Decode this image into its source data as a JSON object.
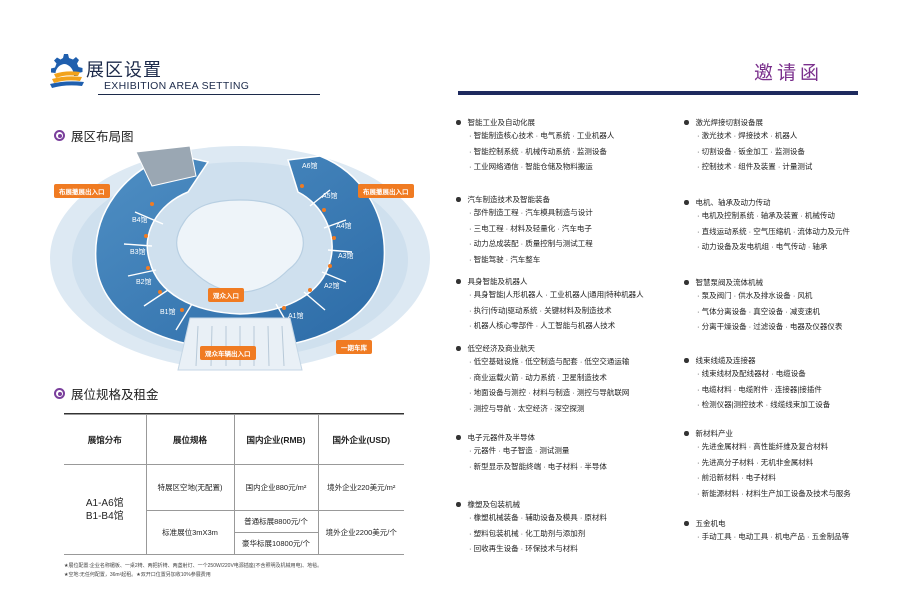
{
  "header": {
    "title": "展区设置",
    "subtitle": "EXHIBITION AREA SETTING",
    "invite": "邀请函"
  },
  "layout_section": {
    "title": "展区布局图"
  },
  "map": {
    "halls_inner": [
      "B4馆",
      "B3馆",
      "B2馆",
      "B1馆"
    ],
    "halls_right": [
      "A6馆",
      "A5馆",
      "A4馆",
      "A3馆",
      "A2馆",
      "A1馆"
    ],
    "gates": {
      "left": "布展撤展出入口",
      "right": "布展撤展出入口",
      "visitor": "观众入口",
      "vehicle": "观众车辆出入口",
      "warehouse": "一期车库"
    }
  },
  "pricing_section": {
    "title": "展位规格及租金"
  },
  "table": {
    "headers": [
      "展馆分布",
      "展位规格",
      "国内企业(RMB)",
      "国外企业(USD)"
    ],
    "hall_lines": [
      "A1-A6馆",
      "B1-B4馆"
    ],
    "row1": {
      "spec": "特展区空地(无配置)",
      "domestic": "国内企业880元/m²",
      "foreign": "境外企业220美元/m²"
    },
    "row2": {
      "spec": "标准展位3mX3m",
      "domestic_a": "普通标展8800元/个",
      "domestic_b": "豪华标展10800元/个",
      "foreign": "境外企业2200美元/个"
    }
  },
  "notes": [
    "★展位配置:企业名称楣板、一桌2椅、两把折椅、两盏射灯、一个250W/220V电源插座(不含照明及机械用电)、地毯。",
    "★空地:无任何配置，36m²起租。★双开口位置另加收10%参展费用"
  ],
  "categories_left": [
    {
      "title": "智能工业及自动化展",
      "items": [
        "· 智能制造核心技术 · 电气系统 · 工业机器人",
        "· 智能控制系统 · 机械传动系统 · 监测设备",
        "· 工业网络通信 · 智能仓储及物料搬运"
      ]
    },
    {
      "title": "汽车制造技术及智能装备",
      "items": [
        "· 部件制造工程 · 汽车模具制造与设计",
        "· 三电工程 · 材料及轻量化 · 汽车电子",
        "· 动力总成装配 · 质量控制与测试工程",
        "· 智能驾驶 · 汽车整车"
      ]
    },
    {
      "title": "具身智能及机器人",
      "items": [
        "· 具身智能|人形机器人 · 工业机器人|通用|特种机器人",
        "· 执行|传动|驱动系统 · 关键材料及制造技术",
        "· 机器人核心零部件 · 人工智能与机器人技术"
      ]
    },
    {
      "title": "低空经济及商业航天",
      "items": [
        "· 低空基础设施 · 低空制造与配套 · 低空交通运输",
        "· 商业运载火箭 · 动力系统 · 卫星制造技术",
        "· 地面设备与测控 · 材料与制造 · 测控与导航联网",
        "· 测控与导航 · 太空经济 · 深空探测"
      ]
    },
    {
      "title": "电子元器件及半导体",
      "items": [
        "· 元器件 · 电子智造 · 测试测量",
        "· 新型显示及智能终端 · 电子材料 · 半导体"
      ]
    },
    {
      "title": "橡塑及包装机械",
      "items": [
        "· 橡塑机械装备 · 辅助设备及模具 · 原材料",
        "· 塑料包装机械 · 化工助剂与添加剂",
        "· 回收再生设备 · 环保技术与材料"
      ]
    }
  ],
  "categories_right": [
    {
      "title": "激光焊接切割设备展",
      "items": [
        "· 激光技术 · 焊接技术 · 机器人",
        "· 切割设备 · 钣金加工 · 监测设备",
        "· 控制技术 · 组件及装置 · 计量测试"
      ]
    },
    {
      "title": "电机、轴承及动力传动",
      "items": [
        "· 电机及控制系统 · 轴承及装置 · 机械传动",
        "· 直线运动系统 · 空气压缩机 · 流体动力及元件",
        "· 动力设备及发电机组 · 电气传动 · 轴承"
      ]
    },
    {
      "title": "智慧泵阀及流体机械",
      "items": [
        "· 泵及阀门 · 供水及排水设备 · 风机",
        "· 气体分离设备 · 真空设备 · 减变速机",
        "· 分离干燥设备 · 过滤设备 · 电器及仪器仪表"
      ]
    },
    {
      "title": "线束线缆及连接器",
      "items": [
        "· 线束线材及配线器材 · 电缆设备",
        "· 电缆材料 · 电缆附件 · 连接器|接插件",
        "· 检测仪器|测控技术 · 线缆线束加工设备"
      ]
    },
    {
      "title": "新材料产业",
      "items": [
        "· 先进金属材料 · 高性能纤维及复合材料",
        "· 先进高分子材料 · 无机非金属材料",
        "· 前沿新材料 · 电子材料",
        "· 新能源材料 · 材料生产加工设备及技术与服务"
      ]
    },
    {
      "title": "五金机电",
      "items": [
        "· 手动工具 · 电动工具 · 机电产品 · 五金制品等"
      ]
    }
  ]
}
